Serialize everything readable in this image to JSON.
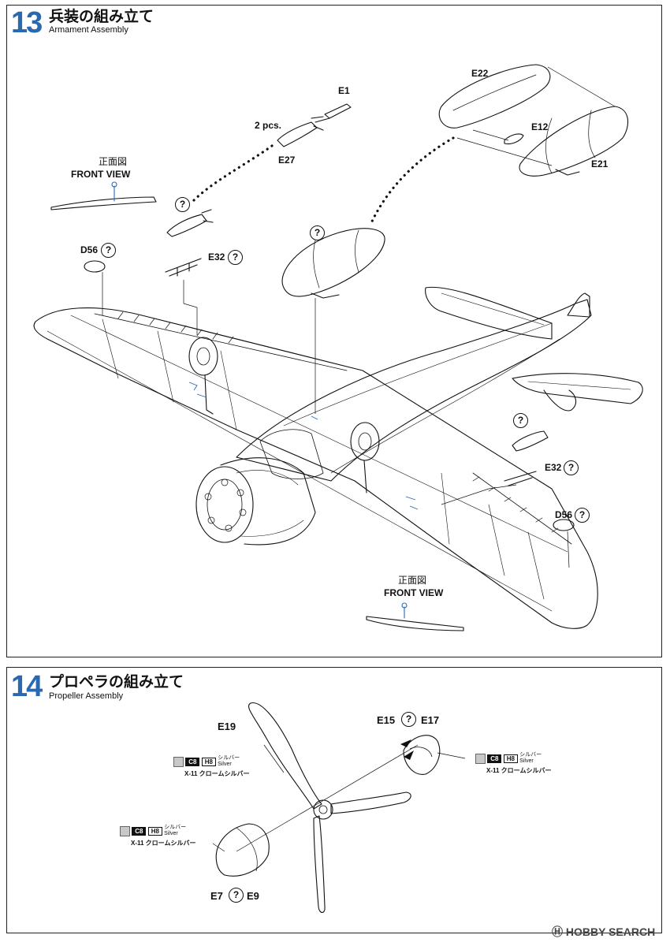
{
  "step13": {
    "number": "13",
    "title_jp": "兵装の組み立て",
    "title_en": "Armament Assembly",
    "labels": {
      "e1": "E1",
      "two_pcs": "2 pcs.",
      "e27": "E27",
      "e22": "E22",
      "e12": "E12",
      "e21": "E21",
      "d56_left": "D56",
      "e32_left": "E32",
      "e32_right": "E32",
      "d56_right": "D56"
    },
    "front_view_top": {
      "jp": "正面図",
      "en": "FRONT VIEW"
    },
    "front_view_bottom": {
      "jp": "正面図",
      "en": "FRONT VIEW"
    },
    "unknown_mark": "?"
  },
  "step14": {
    "number": "14",
    "title_jp": "プロペラの組み立て",
    "title_en": "Propeller Assembly",
    "labels": {
      "e19": "E19",
      "e15": "E15",
      "e17": "E17",
      "e7": "E7",
      "e9": "E9"
    },
    "paint_callouts": [
      {
        "code_c": "C8",
        "code_h": "H8",
        "name_jp": "シルバー",
        "name_en": "Silver",
        "x11": "X-11 クロームシルバー"
      },
      {
        "code_c": "C8",
        "code_h": "H8",
        "name_jp": "シルバー",
        "name_en": "Silver",
        "x11": "X-11 クロームシルバー"
      },
      {
        "code_c": "C8",
        "code_h": "H8",
        "name_jp": "シルバー",
        "name_en": "Silver",
        "x11": "X-11 クロームシルバー"
      }
    ]
  },
  "watermark": "HOBBY SEARCH",
  "colors": {
    "accent": "#2b68b2",
    "line": "#111111",
    "guide": "#2b68b2"
  }
}
